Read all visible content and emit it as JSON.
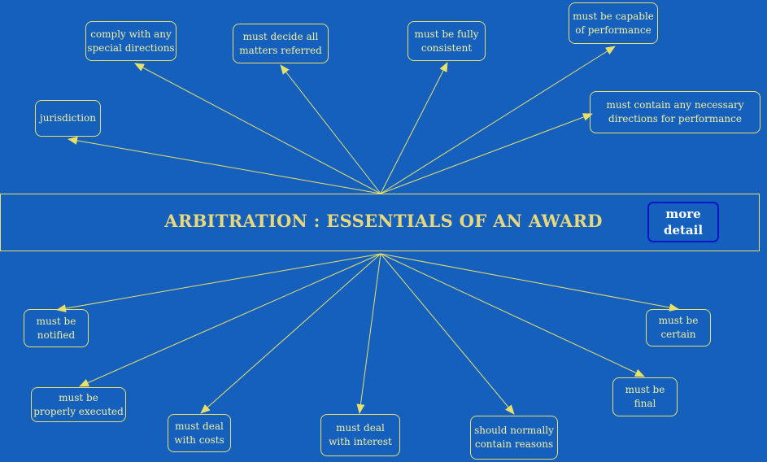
{
  "colors": {
    "background": "#1560BD",
    "line": "#E8E06A",
    "node_text": "#F2EFA0",
    "title_text": "#E8D87A",
    "button_border": "#0A14C8"
  },
  "diagram": {
    "title": "ARBITRATION : ESSENTIALS OF AN AWARD",
    "more_button": "more\ndetail",
    "nodes": [
      {
        "id": "jurisdiction",
        "label": "jurisdiction"
      },
      {
        "id": "special-directions",
        "label": "comply with any\nspecial directions"
      },
      {
        "id": "decide-all",
        "label": "must decide all\nmatters referred"
      },
      {
        "id": "consistent",
        "label": "must be fully\nconsistent"
      },
      {
        "id": "capable",
        "label": "must be capable\n of performance"
      },
      {
        "id": "directions-performance",
        "label": "must contain any necessary\ndirections for performance"
      },
      {
        "id": "notified",
        "label": "must be\nnotified"
      },
      {
        "id": "executed",
        "label": "must be\nproperly executed"
      },
      {
        "id": "costs",
        "label": "must deal\nwith costs"
      },
      {
        "id": "interest",
        "label": "must deal\nwith interest"
      },
      {
        "id": "reasons",
        "label": "should normally\ncontain reasons"
      },
      {
        "id": "final",
        "label": "must be\nfinal"
      },
      {
        "id": "certain",
        "label": "must be\ncertain"
      }
    ]
  }
}
